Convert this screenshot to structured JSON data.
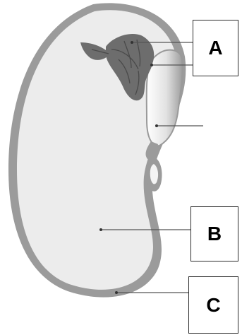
{
  "labels": {
    "a": "A",
    "b": "B",
    "c": "C"
  },
  "colors": {
    "seed_coat": "#9b9b9b",
    "cotyledon": "#ececec",
    "leaf": "#6d6d6d",
    "leaf_vein": "#4a4a4a",
    "leader_line": "#555555",
    "box_border": "#2b2b2b"
  }
}
